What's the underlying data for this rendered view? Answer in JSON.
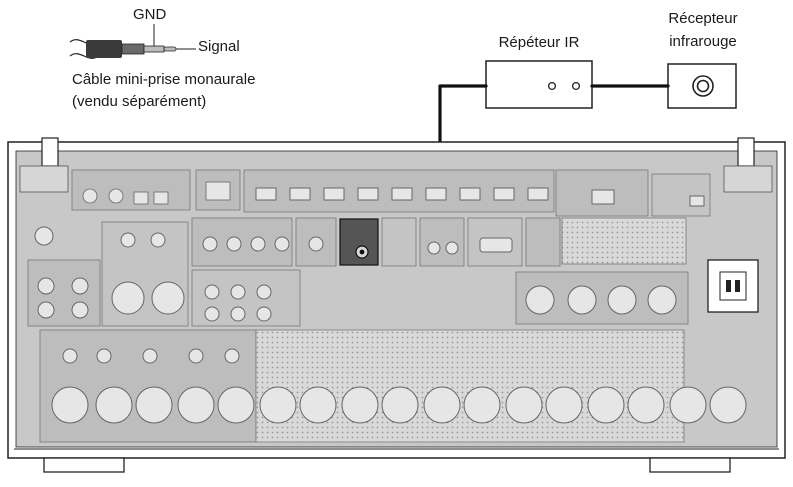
{
  "cable": {
    "gnd_label": "GND",
    "signal_label": "Signal",
    "description_line1": "Câble mini-prise monaurale",
    "description_line2": "(vendu séparément)"
  },
  "devices": {
    "ir_repeater_label": "Répéteur IR",
    "ir_receiver_label_line1": "Récepteur",
    "ir_receiver_label_line2": "infrarouge"
  },
  "colors": {
    "outline": "#222222",
    "panel_grey": "#c8c8c8",
    "jack_highlight": "#555555",
    "wire": "#111111"
  }
}
